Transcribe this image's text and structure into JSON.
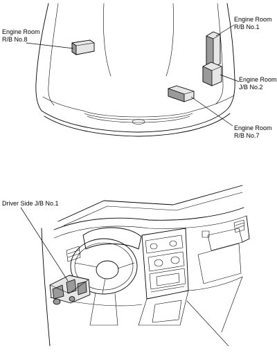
{
  "labels": {
    "engine_room_rb8": [
      "Engine Room",
      "R/B No.8"
    ],
    "engine_room_rb1": [
      "Engine Room",
      "R/B No.1"
    ],
    "engine_room_jb2": [
      "Engine Room",
      "J/B No.2"
    ],
    "engine_room_rb7": [
      "Engine Room",
      "R/B No.7"
    ],
    "driver_side_jb1": "Driver Side J/B No.1"
  }
}
